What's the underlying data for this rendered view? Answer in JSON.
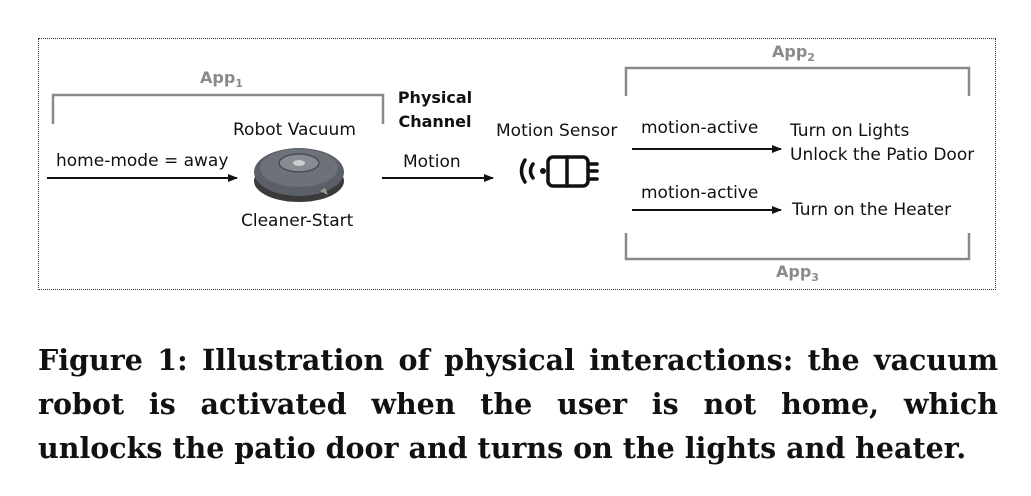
{
  "diagram": {
    "app1": {
      "name": "App",
      "sub": "1"
    },
    "app2": {
      "name": "App",
      "sub": "2"
    },
    "app3": {
      "name": "App",
      "sub": "3"
    },
    "home_mode": "home-mode = away",
    "robot_vacuum": "Robot Vacuum",
    "cleaner_start": "Cleaner-Start",
    "physical_channel": [
      "Physical",
      "Channel"
    ],
    "motion": "Motion",
    "motion_sensor": "Motion Sensor",
    "motion_active_1": "motion-active",
    "motion_active_2": "motion-active",
    "turn_on_lights": "Turn on Lights",
    "unlock_patio": "Unlock the Patio Door",
    "turn_on_heater": "Turn on the Heater",
    "colors": {
      "bracket": "#8a8a8a",
      "app_label": "#8a8a8a",
      "arrow": "#111111"
    }
  },
  "caption": "Figure 1: Illustration of physical interactions: the vacuum robot is activated when the user is not home, which unlocks the patio door and turns on the lights and heater."
}
